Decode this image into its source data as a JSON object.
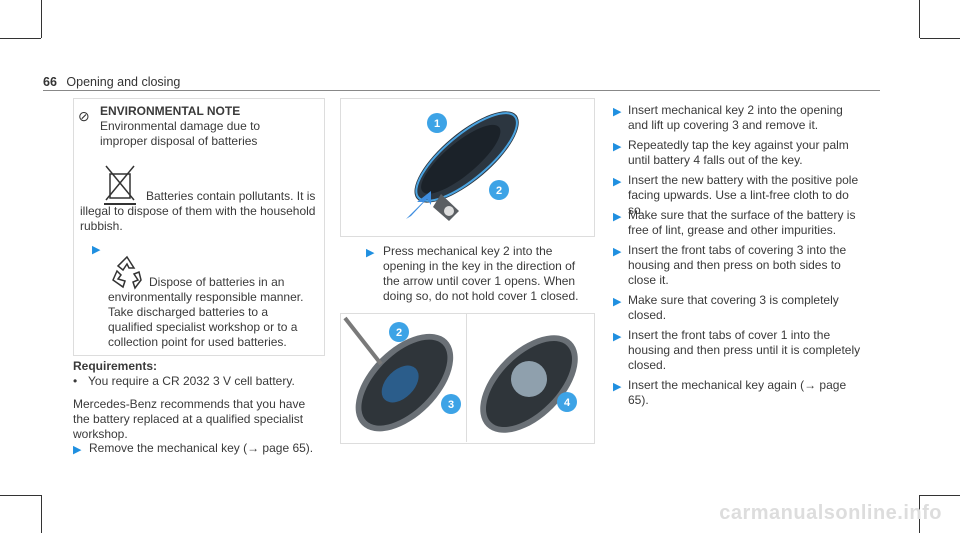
{
  "header": {
    "page_number": "66",
    "section": "Opening and closing"
  },
  "env_note": {
    "title": "ENVIRONMENTAL NOTE",
    "title_rest": "Environmental damage due to improper disposal of batteries",
    "body1": "Batteries contain pollutants. It is illegal to dispose of them with the household rubbish.",
    "body2": "Dispose of batteries in an environmentally responsible manner. Take discharged batteries to a qualified specialist workshop or to a collection point for used batteries."
  },
  "requirements": {
    "title": "Requirements:",
    "item": "You require a CR 2032 3 V cell battery.",
    "para": "Mercedes-Benz recommends that you have the battery replaced at a qualified specialist workshop.",
    "step": "Remove the mechanical key (",
    "step_ref": "page 65)."
  },
  "mid": {
    "step": "Press mechanical key 2 into the opening in the key in the direction of the arrow until cover 1 opens. When doing so, do not hold cover 1 closed.",
    "callouts": [
      "1",
      "2",
      "3",
      "4"
    ]
  },
  "right_steps": [
    "Insert mechanical key 2 into the opening and lift up covering 3 and remove it.",
    "Repeatedly tap the key against your palm until battery 4 falls out of the key.",
    "Insert the new battery with the positive pole facing upwards. Use a lint-free cloth to do so.",
    "Make sure that the surface of the battery is free of lint, grease and other impurities.",
    "Insert the front tabs of covering 3 into the housing and then press on both sides to close it.",
    "Make sure that covering 3 is completely closed.",
    "Insert the front tabs of cover 1 into the housing and then press until it is completely closed.",
    "Insert the mechanical key again (→ page 65)."
  ],
  "footer": "carmanualsonline.info"
}
